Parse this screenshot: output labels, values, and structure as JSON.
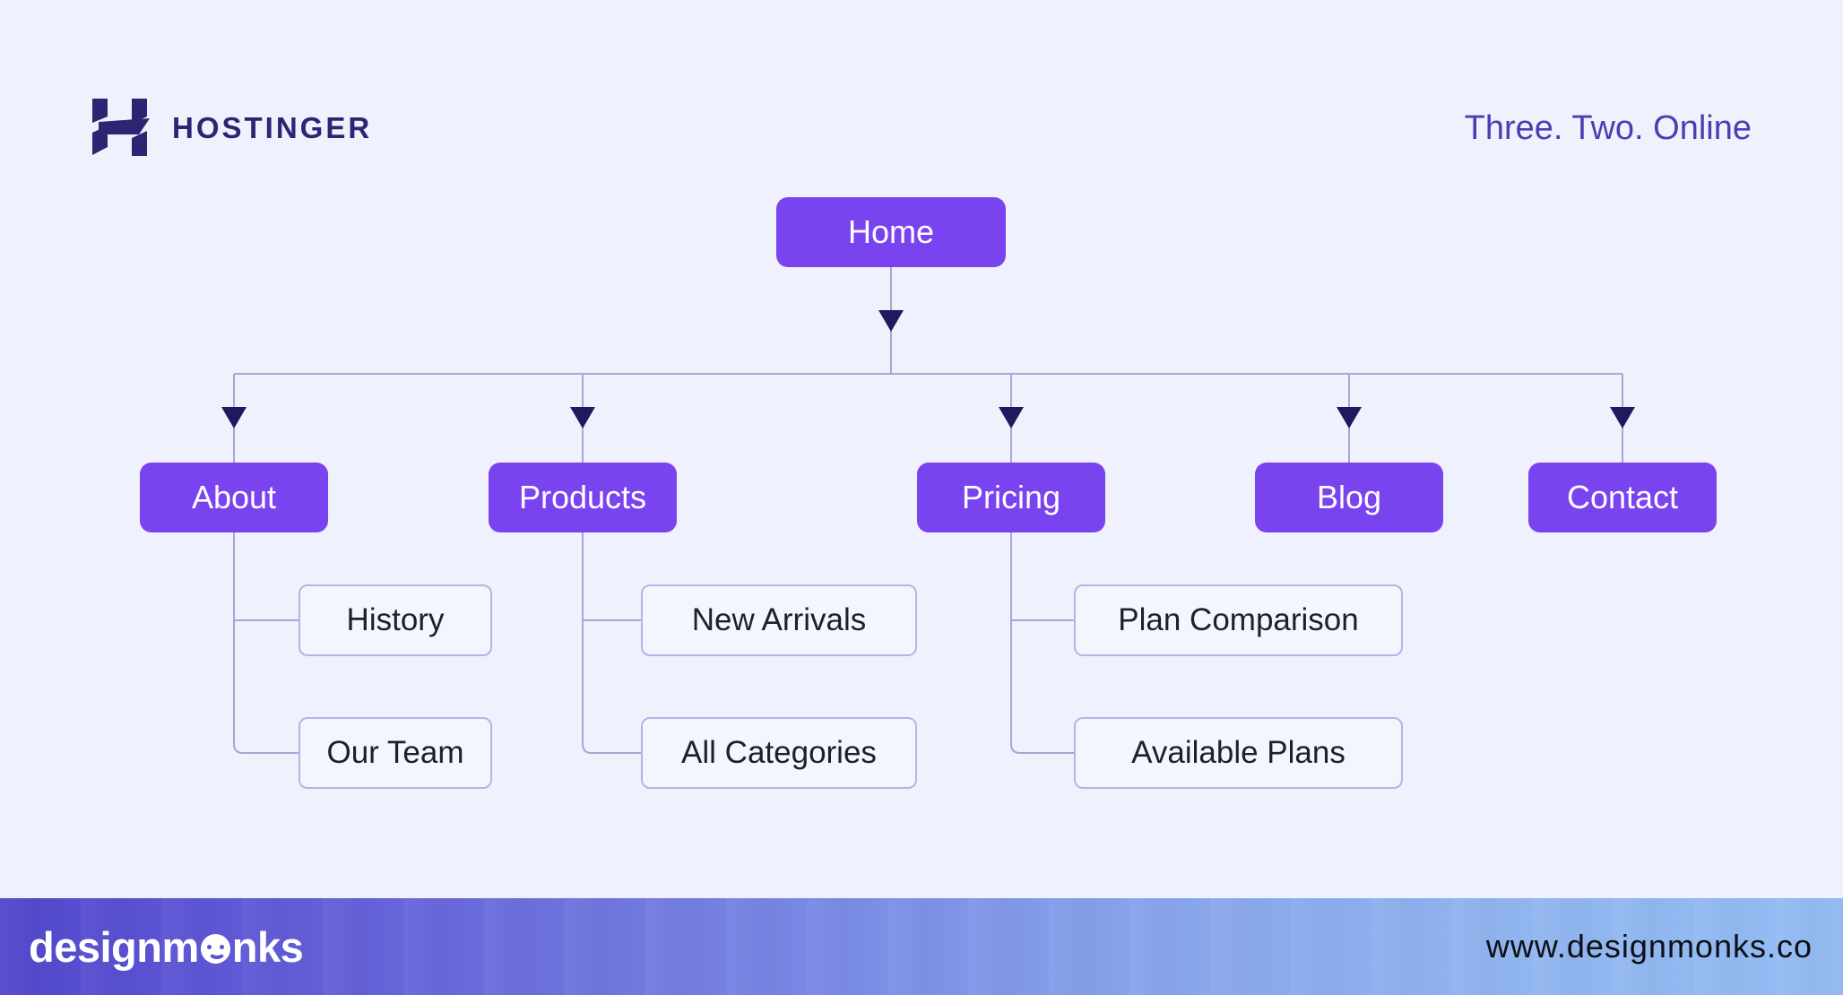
{
  "header": {
    "brand": "HOSTINGER",
    "tagline": "Three. Two. Online"
  },
  "sitemap": {
    "root": {
      "label": "Home"
    },
    "sections": [
      {
        "label": "About",
        "children": [
          {
            "label": "History"
          },
          {
            "label": "Our Team"
          }
        ]
      },
      {
        "label": "Products",
        "children": [
          {
            "label": "New Arrivals"
          },
          {
            "label": "All Categories"
          }
        ]
      },
      {
        "label": "Pricing",
        "children": [
          {
            "label": "Plan Comparison"
          },
          {
            "label": "Available Plans"
          }
        ]
      },
      {
        "label": "Blog",
        "children": []
      },
      {
        "label": "Contact",
        "children": []
      }
    ]
  },
  "footer": {
    "brand_prefix": "designm",
    "brand_suffix": "nks",
    "url": "www.designmonks.co"
  },
  "colors": {
    "background": "#EFF1FC",
    "node_purple": "#7A43F0",
    "node_text": "#FFFFFF",
    "child_fill": "#F4F6FE",
    "child_border": "#B7B2EA",
    "child_text": "#1D2125",
    "connector": "#A6A7D8",
    "arrowhead": "#1F1A60",
    "brand_indigo": "#2B2573",
    "tagline_purple": "#4B3EB3",
    "footer_gradient_left": "#5247CC",
    "footer_gradient_right": "#94BCF3"
  }
}
